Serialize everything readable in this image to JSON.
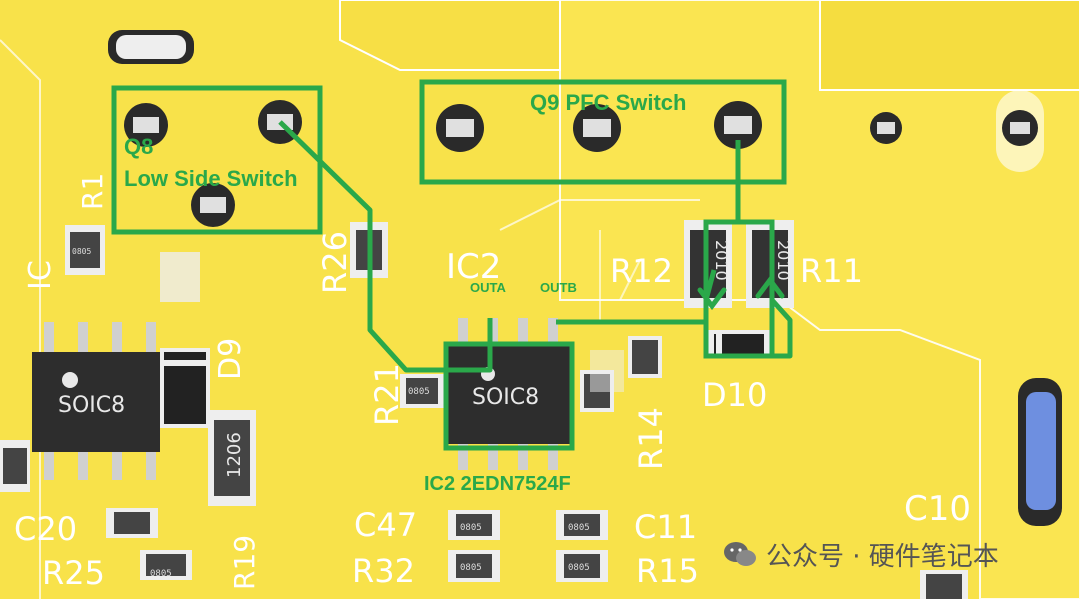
{
  "colors": {
    "board": "#f8e24a",
    "copper_pour": "#f9e34b",
    "pad": "#e9e9e9",
    "silk": "#ffffff",
    "annotation": "#2aa84a",
    "ic_body": "#2a2a2a",
    "fuse": "#6e8fe0"
  },
  "annotations": {
    "q8_label": "Q8",
    "q8_desc": "Low Side Switch",
    "q9_label": "Q9 PFC Switch",
    "ic2_desc": "IC2 2EDN7524F",
    "outa": "OUTA",
    "outb": "OUTB"
  },
  "silkscreen": {
    "ic2": "IC2",
    "r12": "R12",
    "r11": "R11",
    "d10": "D10",
    "r26": "R26",
    "r21": "R21",
    "r14": "R14",
    "r32": "R32",
    "r15": "R15",
    "c47": "C47",
    "c11": "C11",
    "c10": "C10",
    "c20": "C20",
    "r25": "R25",
    "c2_partial": "IC",
    "d9_partial": "D9",
    "r_partial": "R1",
    "r_partial2": "R19"
  },
  "chips": {
    "left_ic_label": "SOIC8",
    "ic2_body_label": "SOIC8",
    "smd_1206": "1206",
    "smd_0805": "0805",
    "smd_2010": "2010"
  },
  "watermark": {
    "text": "公众号 · 硬件笔记本",
    "icon": "wechat-icon"
  }
}
